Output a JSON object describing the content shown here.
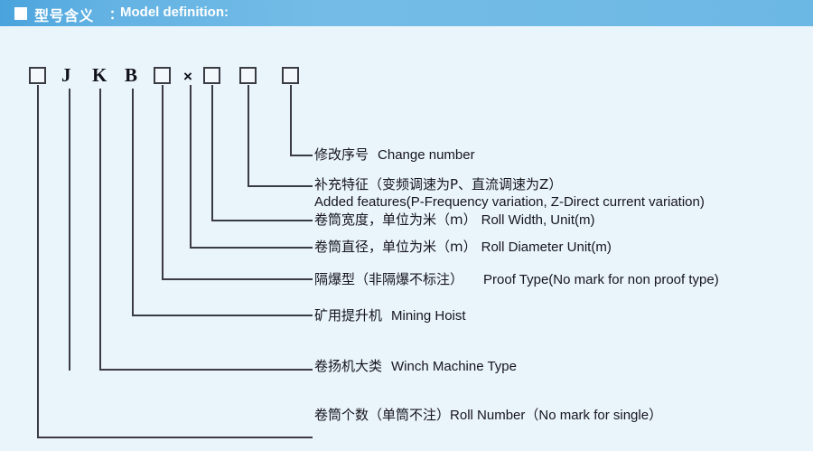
{
  "header": {
    "bullet_icon": "square-bullet-icon",
    "title_cn": "型号含义",
    "colon": "：",
    "title_en": "Model definition:",
    "bg_color_left": "#4aa3dc",
    "bg_color_right": "#6cb8e4",
    "text_color": "#ffffff"
  },
  "page": {
    "background_color": "#eaf4fb",
    "line_color": "#3b3b44",
    "text_color": "#16161c"
  },
  "model_code": {
    "segments": [
      {
        "type": "box",
        "value": "",
        "name": "code-box-roll-number"
      },
      {
        "type": "letter",
        "value": "J",
        "name": "code-letter-j"
      },
      {
        "type": "letter",
        "value": "K",
        "name": "code-letter-k"
      },
      {
        "type": "letter",
        "value": "B",
        "name": "code-letter-b"
      },
      {
        "type": "box",
        "value": "",
        "name": "code-box-proof-type"
      },
      {
        "type": "symbol",
        "value": "×",
        "name": "code-symbol-times"
      },
      {
        "type": "box",
        "value": "",
        "name": "code-box-roll-diameter"
      },
      {
        "type": "box",
        "value": "",
        "name": "code-box-roll-width"
      },
      {
        "type": "box",
        "value": "",
        "name": "code-box-change-number"
      }
    ]
  },
  "callouts": [
    {
      "id": "change-number",
      "cn": "修改序号",
      "en": "Change number",
      "second_line": ""
    },
    {
      "id": "added-features",
      "cn": "补充特征（变频调速为P、直流调速为Z）",
      "en": "",
      "second_line": "Added features(P-Frequency variation, Z-Direct current variation)"
    },
    {
      "id": "roll-width",
      "cn": "卷筒宽度，单位为米（m）",
      "en": "Roll Width, Unit(m)",
      "second_line": ""
    },
    {
      "id": "roll-diameter",
      "cn": "卷筒直径，单位为米（m）",
      "en": "Roll Diameter Unit(m)",
      "second_line": ""
    },
    {
      "id": "proof-type",
      "cn": "隔爆型（非隔爆不标注）",
      "en": "Proof Type(No mark for non proof type)",
      "second_line": ""
    },
    {
      "id": "mining-hoist",
      "cn": "矿用提升机",
      "en": "Mining Hoist",
      "second_line": ""
    },
    {
      "id": "winch-machine-type",
      "cn": "卷扬机大类",
      "en": "Winch Machine Type",
      "second_line": ""
    },
    {
      "id": "roll-number",
      "cn": "卷筒个数（单筒不注）",
      "en": "Roll Number（No mark for single）",
      "second_line": ""
    }
  ]
}
